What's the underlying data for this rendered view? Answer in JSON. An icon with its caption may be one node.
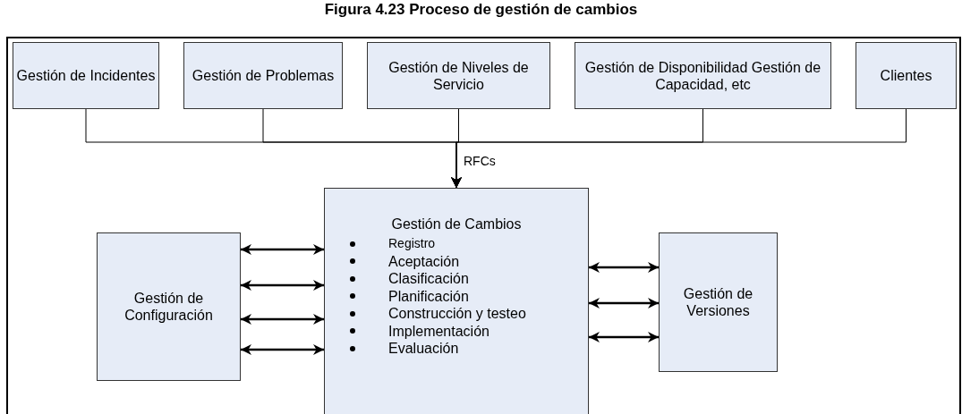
{
  "diagram": {
    "title": "Figura 4.23 Proceso de gestión de cambios",
    "nodes": [
      {
        "text": [
          "Gestión de Incidentes"
        ]
      },
      {
        "text": [
          "Gestión de Problemas"
        ]
      },
      {
        "text": [
          "Gestión de Niveles de Servicio"
        ]
      },
      {
        "text": [
          "Gestión de Disponibilidad Gestión de Capacidad, etc"
        ]
      },
      {
        "text": [
          "Clientes"
        ]
      },
      {
        "text": [
          "Gestión de Cambios",
          "Registro",
          "Aceptación",
          "Clasificación",
          "Planificación",
          "Construcción y testeo",
          "Implementación",
          "Evaluación"
        ]
      },
      {
        "text": [
          "Gestión de Configuración"
        ]
      },
      {
        "text": [
          "Gestión de Versiones"
        ]
      }
    ],
    "edges": [
      {
        "from": 0,
        "to": 5,
        "arrow": "to"
      },
      {
        "from": 1,
        "to": 5,
        "arrow": "to"
      },
      {
        "from": 2,
        "to": 5,
        "arrow": "to",
        "label": "RFCs"
      },
      {
        "from": 3,
        "to": 5,
        "arrow": "to"
      },
      {
        "from": 4,
        "to": 5,
        "arrow": "to"
      },
      {
        "from": 6,
        "to": 5,
        "arrow": "both"
      },
      {
        "from": 6,
        "to": 5,
        "arrow": "both"
      },
      {
        "from": 6,
        "to": 5,
        "arrow": "both"
      },
      {
        "from": 6,
        "to": 5,
        "arrow": "both"
      },
      {
        "from": 5,
        "to": 7,
        "arrow": "both"
      },
      {
        "from": 5,
        "to": 7,
        "arrow": "both"
      },
      {
        "from": 5,
        "to": 7,
        "arrow": "both"
      }
    ]
  }
}
